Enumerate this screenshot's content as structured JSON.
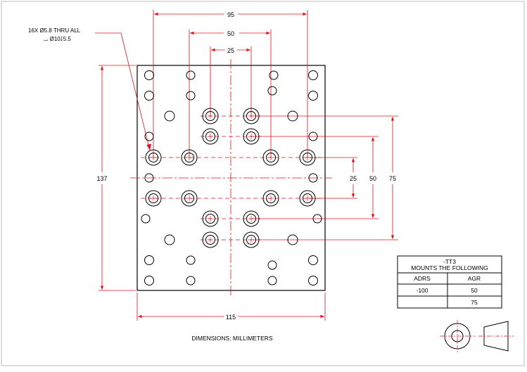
{
  "drawing": {
    "dimensions": {
      "top_outer": "95",
      "top_mid": "50",
      "top_inner": "25",
      "left_height": "137",
      "bottom_width": "115",
      "right_inner": "25",
      "right_mid": "50",
      "right_outer": "75"
    },
    "callout": {
      "line1": "16X  Ø5.8 THRU ALL",
      "line2": "⌴ Ø10↧5.5"
    },
    "units_note": "DIMENSIONS:  MILLIMETERS",
    "table": {
      "title_line1": "-TT3",
      "title_line2": "MOUNTS THE FOLLOWING",
      "headers": [
        "ADRS",
        "AGR"
      ],
      "rows": [
        [
          "-100",
          "50"
        ],
        [
          "",
          "75"
        ]
      ]
    },
    "projection_symbol": "third-angle-projection-icon",
    "colors": {
      "dimension": "#e0101c",
      "outline": "#000000"
    }
  }
}
